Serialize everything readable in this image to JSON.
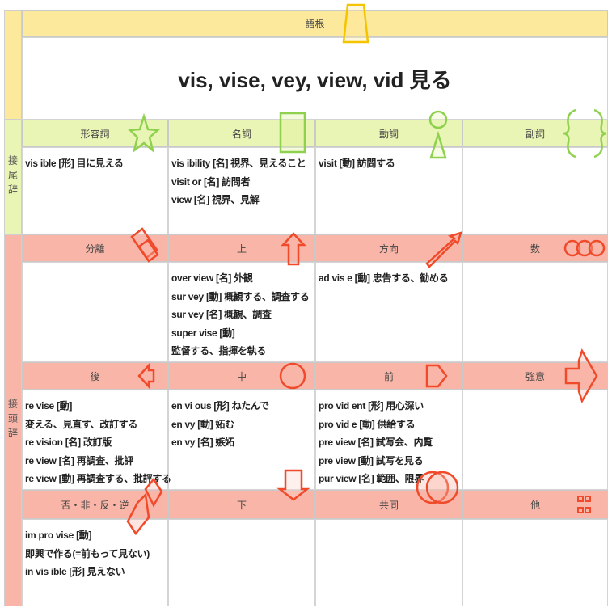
{
  "root_header": "語根",
  "title": "vis, vise, vey, view, vid 見る",
  "suffix": {
    "side_label": "接尾辞",
    "headers": [
      "形容詞",
      "名詞",
      "動詞",
      "副詞"
    ],
    "cells": [
      [
        "vis ible [形] 目に見える"
      ],
      [
        "vis ibility [名] 視界、見えること",
        "visit or [名] 訪問者",
        "view [名] 視界、見解"
      ],
      [
        "visit [動] 訪問する"
      ],
      []
    ]
  },
  "prefix": {
    "side_label": "接頭辞",
    "rows": [
      {
        "headers": [
          "分離",
          "上",
          "方向",
          "数"
        ],
        "cells": [
          [],
          [
            "over view [名] 外観",
            "sur vey [動] 概観する、調査する",
            "sur vey [名] 概観、調査",
            "super vise [動]",
            "監督する、指揮を執る"
          ],
          [
            "ad vis e [動] 忠告する、勧める"
          ],
          []
        ]
      },
      {
        "headers": [
          "後",
          "中",
          "前",
          "強意"
        ],
        "cells": [
          [
            "re vise [動]",
            "変える、見直す、改訂する",
            "re vision [名] 改訂版",
            "re view [名] 再調査、批評",
            "re view [動] 再調査する、批評する"
          ],
          [
            "en vi ous [形] ねたんで",
            "en vy [動] 妬む",
            "en vy [名] 嫉妬"
          ],
          [
            "pro vid ent [形] 用心深い",
            "pro vid e [動] 供給する",
            "pre view [名] 試写会、内覧",
            "pre view [動] 試写を見る",
            "pur view [名] 範囲、限界"
          ],
          []
        ]
      },
      {
        "headers": [
          "否・非・反・逆",
          "下",
          "共同",
          "他"
        ],
        "cells": [
          [
            "im pro vise [動]",
            "即興で作る(=前もって見ない)",
            "in vis ible [形] 見えない"
          ],
          [],
          [],
          []
        ]
      }
    ]
  },
  "colors": {
    "root": "#fde99b",
    "suffix": "#e9f5b4",
    "prefix": "#f9b6a8",
    "suffix_icon": "#8fd14f",
    "prefix_icon": "#f04a2a",
    "root_icon": "#f5c400"
  }
}
